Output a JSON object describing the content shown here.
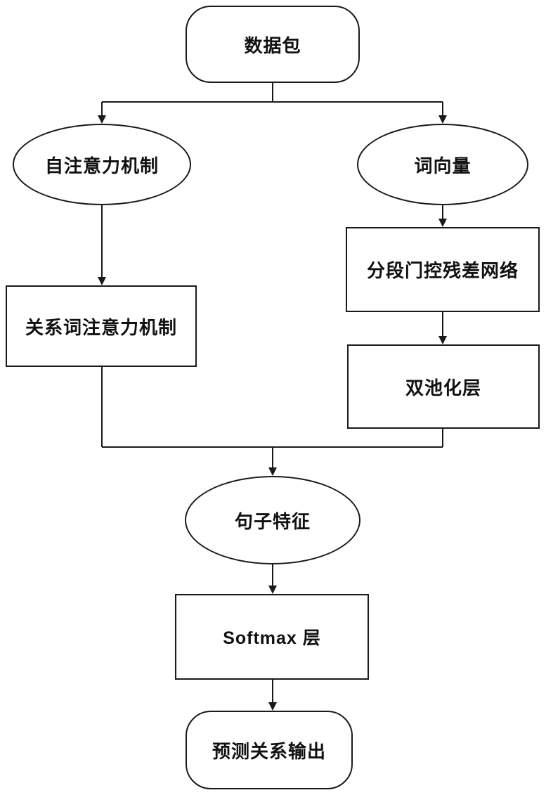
{
  "nodes": {
    "data_packet": "数据包",
    "self_attention": "自注意力机制",
    "word_vector": "词向量",
    "relation_word_attention": "关系词注意力机制",
    "piecewise_gated_residual": "分段门控残差网络",
    "dual_pooling": "双池化层",
    "sentence_features": "句子特征",
    "softmax_layer": "Softmax 层",
    "prediction_output": "预测关系输出"
  },
  "edges": [
    [
      "data_packet",
      "self_attention"
    ],
    [
      "data_packet",
      "word_vector"
    ],
    [
      "self_attention",
      "relation_word_attention"
    ],
    [
      "word_vector",
      "piecewise_gated_residual"
    ],
    [
      "piecewise_gated_residual",
      "dual_pooling"
    ],
    [
      "relation_word_attention",
      "sentence_features"
    ],
    [
      "dual_pooling",
      "sentence_features"
    ],
    [
      "sentence_features",
      "softmax_layer"
    ],
    [
      "softmax_layer",
      "prediction_output"
    ]
  ],
  "colors": {
    "stroke": "#1a1a1a",
    "fill": "#ffffff",
    "text": "#111111"
  }
}
